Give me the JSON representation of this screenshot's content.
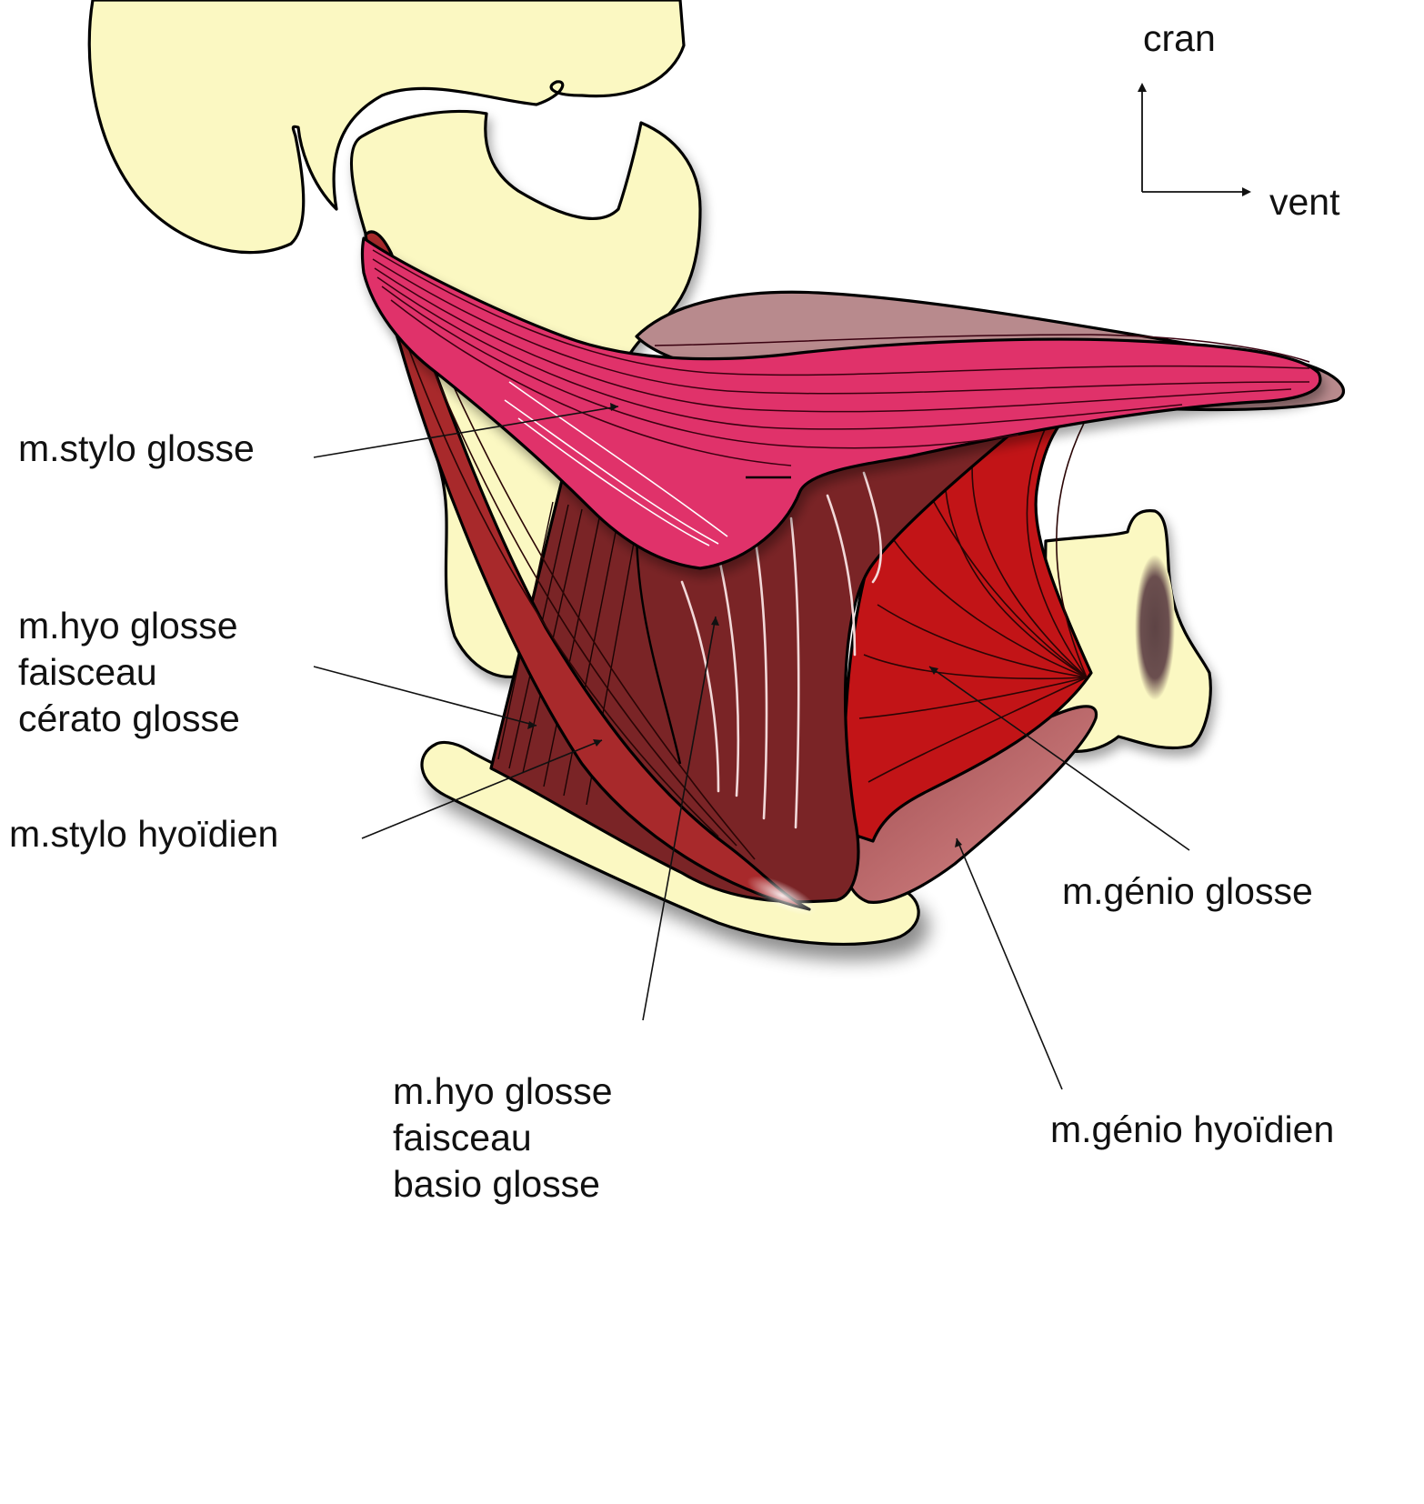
{
  "labels": {
    "stylo_glosse": "m.stylo glosse",
    "hyo_cerato": [
      "m.hyo glosse",
      "faisceau",
      "cérato glosse"
    ],
    "stylo_hyoidien": "m.stylo hyoïdien",
    "hyo_basio": [
      "m.hyo glosse",
      "faisceau",
      "basio glosse"
    ],
    "genio_glosse": "m.génio glosse",
    "genio_hyoidien": "m.génio hyoïdien"
  },
  "orientation": {
    "up": "cran",
    "right": "vent"
  },
  "colors": {
    "bone": "#FBF8C2",
    "styloglossus": "#E0336B",
    "hyoglossus": "#7A2426",
    "stylohyoid": "#A8292B",
    "genioglossus": "#C21417",
    "geniohyoid": "#C97C7E",
    "tongue_dorsum": "#B88A8D"
  }
}
